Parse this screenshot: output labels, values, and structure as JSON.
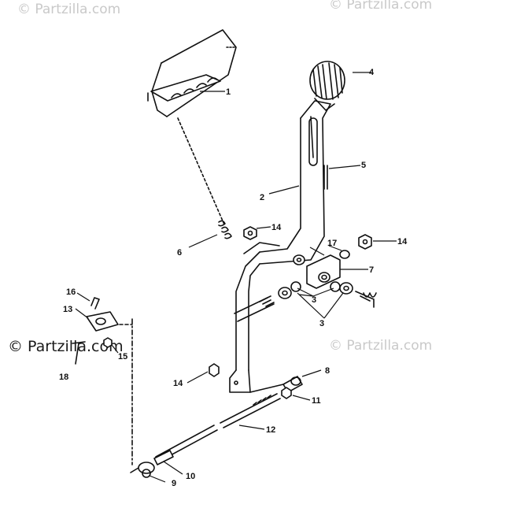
{
  "watermarks": [
    {
      "id": "wm-top-left",
      "text": "© Partzilla.com"
    },
    {
      "id": "wm-top-right",
      "text": "© Partzilla.com"
    },
    {
      "id": "wm-mid-left",
      "text": "© Partzilla.com"
    },
    {
      "id": "wm-mid-right",
      "text": "© Partzilla.com"
    }
  ],
  "callouts": [
    "1",
    "2",
    "3",
    "3",
    "4",
    "5",
    "6",
    "7",
    "8",
    "9",
    "10",
    "11",
    "12",
    "13",
    "14",
    "14",
    "14",
    "15",
    "16",
    "17",
    "18"
  ],
  "colors": {
    "ink": "#111111",
    "watermark": "#c9c9c9",
    "background": "#ffffff"
  }
}
